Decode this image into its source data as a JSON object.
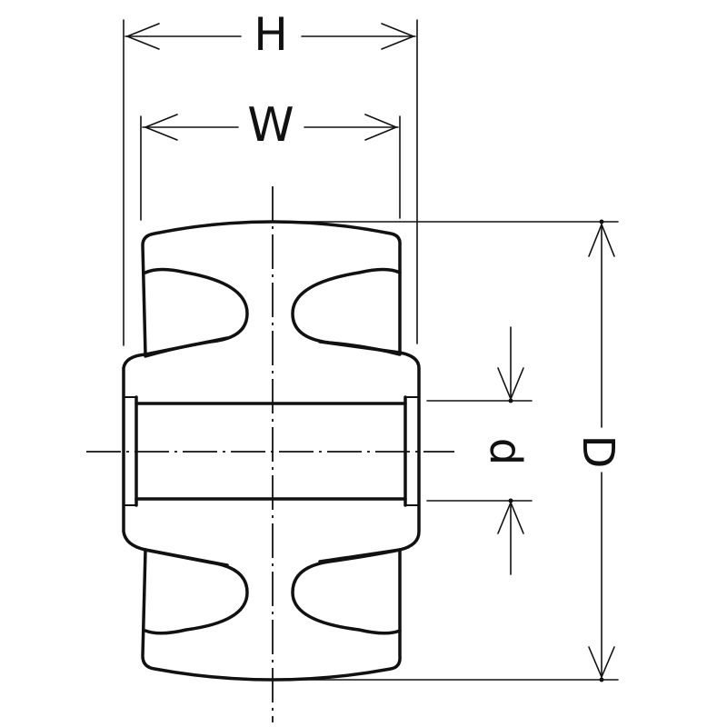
{
  "labels": {
    "overall_width": "H",
    "tread_width": "W",
    "wheel_diameter": "D",
    "bore_diameter": "d"
  }
}
